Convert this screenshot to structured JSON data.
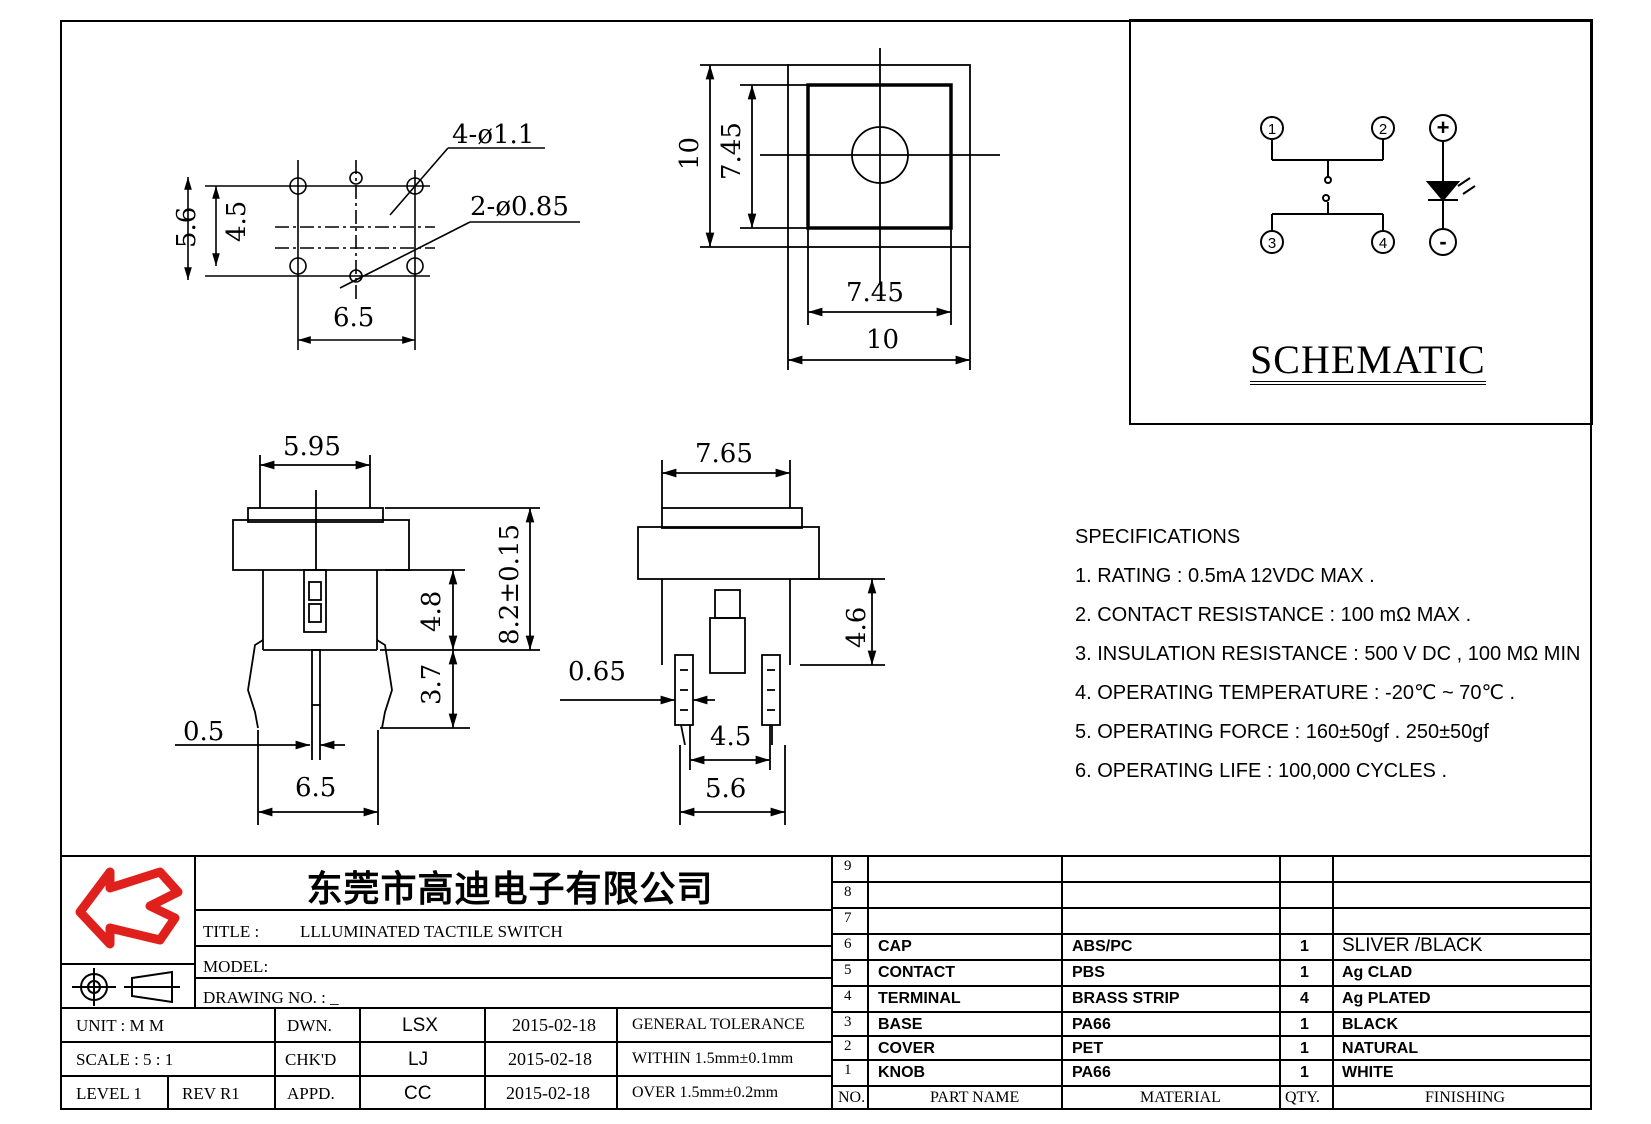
{
  "dimensions": {
    "top_left": {
      "hole_a": "4-ø1.1",
      "hole_b": "2-ø0.85",
      "h_outer": "5.6",
      "h_inner": "4.5",
      "w": "6.5"
    },
    "top_mid": {
      "h_outer": "10",
      "h_inner": "7.45",
      "w_inner": "7.45",
      "w_outer": "10"
    },
    "side_left": {
      "cap_w": "5.95",
      "total_h": "8.2±0.15",
      "body_h": "4.8",
      "pin_h": "3.7",
      "pin_t": "0.5",
      "pitch": "6.5"
    },
    "side_right": {
      "cap_w": "7.65",
      "body_h": "4.6",
      "pin_t": "0.65",
      "inner": "4.5",
      "outer": "5.6"
    }
  },
  "schematic": {
    "title": "SCHEMATIC",
    "pins": [
      "1",
      "2",
      "3",
      "4"
    ],
    "led_plus": "+",
    "led_minus": "-"
  },
  "specifications": {
    "heading": "SPECIFICATIONS",
    "items": [
      "1. RATING : 0.5mA 12VDC MAX .",
      "2. CONTACT RESISTANCE : 100 mΩ MAX .",
      "3. INSULATION RESISTANCE : 500 V DC , 100 MΩ MIN",
      "4. OPERATING TEMPERATURE : -20℃ ~ 70℃ .",
      "5. OPERATING FORCE : 160±50gf . 250±50gf",
      "6. OPERATING LIFE : 100,000 CYCLES ."
    ]
  },
  "title_block": {
    "company": "东莞市高迪电子有限公司",
    "title_label": "TITLE :",
    "title_value": "LLLUMINATED TACTILE SWITCH",
    "model_label": "MODEL:",
    "drawing_label": "DRAWING NO. : _",
    "unit": "UNIT  :  M M",
    "scale": "SCALE  :  5 : 1",
    "level": "LEVEL 1",
    "rev": "REV  R1",
    "dwn": "DWN.",
    "chk": "CHK'D",
    "appd": "APPD.",
    "dwn_name": "LSX",
    "chk_name": "LJ",
    "appd_name": "CC",
    "date1": "2015-02-18",
    "date2": "2015-02-18",
    "date3": "2015-02-18",
    "tol_head": "GENERAL TOLERANCE",
    "tol1": "WITHIN 1.5mm±0.1mm",
    "tol2": "OVER  1.5mm±0.2mm"
  },
  "bom": {
    "headers": [
      "NO.",
      "PART  NAME",
      "MATERIAL",
      "QTY.",
      "FINISHING"
    ],
    "rows": [
      {
        "no": "9",
        "part": "",
        "material": "",
        "qty": "",
        "finish": ""
      },
      {
        "no": "8",
        "part": "",
        "material": "",
        "qty": "",
        "finish": ""
      },
      {
        "no": "7",
        "part": "",
        "material": "",
        "qty": "",
        "finish": ""
      },
      {
        "no": "6",
        "part": "CAP",
        "material": "ABS/PC",
        "qty": "1",
        "finish": "SLIVER /BLACK"
      },
      {
        "no": "5",
        "part": "CONTACT",
        "material": "PBS",
        "qty": "1",
        "finish": "Ag CLAD"
      },
      {
        "no": "4",
        "part": "TERMINAL",
        "material": "BRASS STRIP",
        "qty": "4",
        "finish": "Ag PLATED"
      },
      {
        "no": "3",
        "part": "BASE",
        "material": "PA66",
        "qty": "1",
        "finish": "BLACK"
      },
      {
        "no": "2",
        "part": "COVER",
        "material": "PET",
        "qty": "1",
        "finish": "NATURAL"
      },
      {
        "no": "1",
        "part": "KNOB",
        "material": "PA66",
        "qty": "1",
        "finish": "WHITE"
      }
    ]
  },
  "colors": {
    "logo_red": "#e0201c",
    "line": "#000000"
  }
}
